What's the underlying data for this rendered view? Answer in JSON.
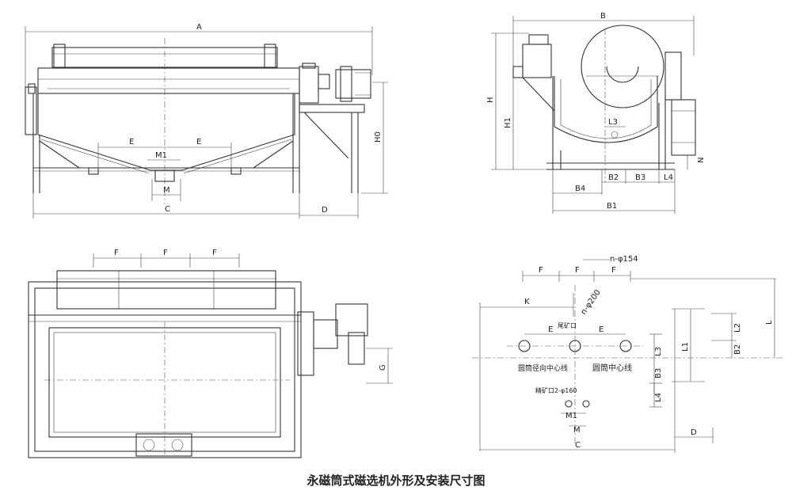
{
  "caption": "永磁筒式磁选机外形及安装尺寸图",
  "front_view": {
    "labels": {
      "A": "A",
      "C": "C",
      "D": "D",
      "H0": "H0",
      "E1": "E",
      "E2": "E",
      "M1": "M1",
      "M": "M"
    }
  },
  "side_view": {
    "labels": {
      "B": "B",
      "H": "H",
      "H1": "H1",
      "L3": "L3",
      "B1": "B1",
      "B2": "B2",
      "B3": "B3",
      "B4": "B4",
      "L4": "L4",
      "N": "N"
    }
  },
  "top_view": {
    "labels": {
      "F1": "F",
      "F2": "F",
      "F3": "F",
      "G": "G"
    }
  },
  "foundation_plan": {
    "labels": {
      "F1": "F",
      "F2": "F",
      "F3": "F",
      "hole_small": "n-φ154",
      "K": "K",
      "hole_mid": "n-φ200",
      "E1": "E",
      "E2": "E",
      "tailings": "尾矿口",
      "radial_center": "圆筒径向中心线",
      "drum_center": "圆筒中心线",
      "concentrate": "精矿口2-φ160",
      "M1": "M1",
      "M": "M",
      "C": "C",
      "D": "D",
      "L": "L",
      "L1": "L1",
      "L2": "L2",
      "L3": "L3",
      "L4": "L4",
      "B2": "B2",
      "B3": "B3"
    }
  }
}
